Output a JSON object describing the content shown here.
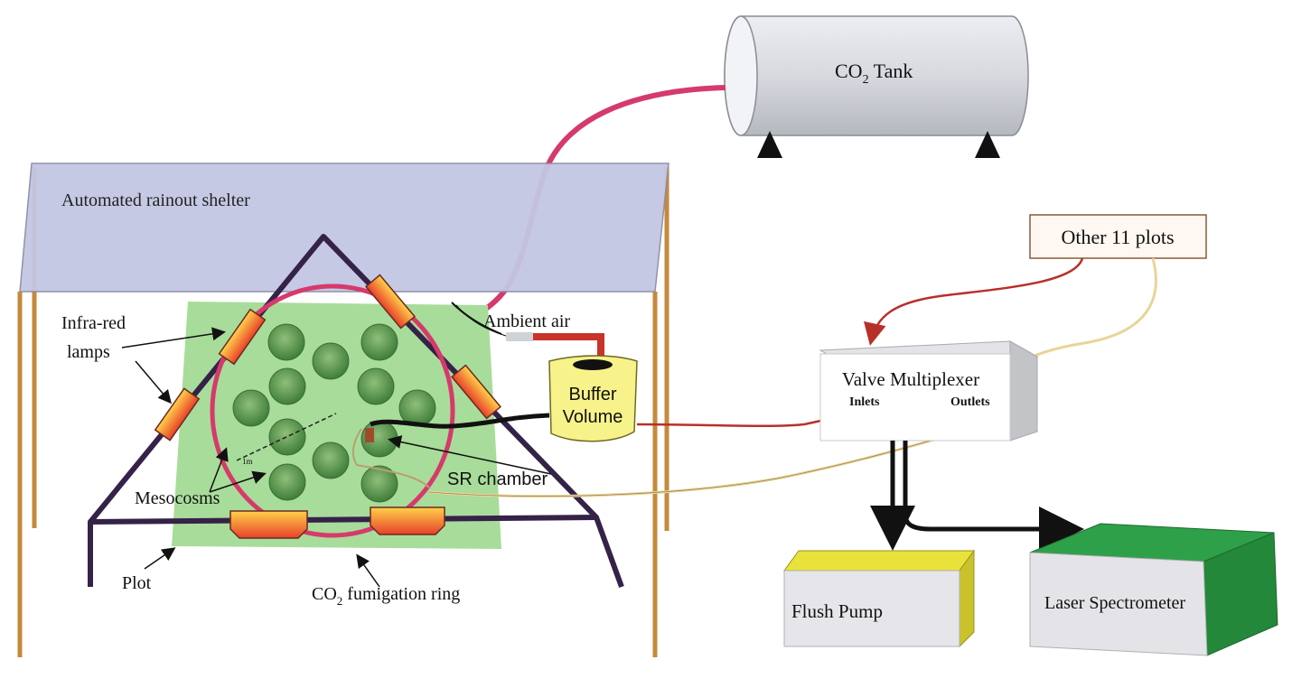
{
  "labels": {
    "co2_tank": "CO",
    "co2_tank_sub": "2",
    "co2_tank_suffix": " Tank",
    "shelter": "Automated rainout shelter",
    "infrared_line1": "Infra-red",
    "infrared_line2": "lamps",
    "ambient_air": "Ambient air",
    "buffer_line1": "Buffer",
    "buffer_line2": "Volume",
    "sr_chamber": "SR chamber",
    "mesocosms": "Mesocosms",
    "scale": "1m",
    "plot": "Plot",
    "ring_prefix": "CO",
    "ring_sub": "2",
    "ring_suffix": " fumigation ring",
    "other_plots": "Other 11 plots",
    "valve": "Valve Multiplexer",
    "inlets": "Inlets",
    "outlets": "Outlets",
    "flush_pump": "Flush Pump",
    "laser": "Laser Spectrometer"
  },
  "colors": {
    "shelter_roof": "#c4c7e3",
    "shelter_post": "#c48a3c",
    "plot_green": "#a8dc9a",
    "frame": "#352248",
    "ring": "#d63a6c",
    "lamp": "#f08b2a",
    "buffer": "#f7f28a",
    "tank": "#dcdde2",
    "flush_pump": "#e9e23a",
    "laser": "#2fa04a",
    "inlet_line": "#b8302a",
    "outlet_line": "#e9d49a"
  }
}
